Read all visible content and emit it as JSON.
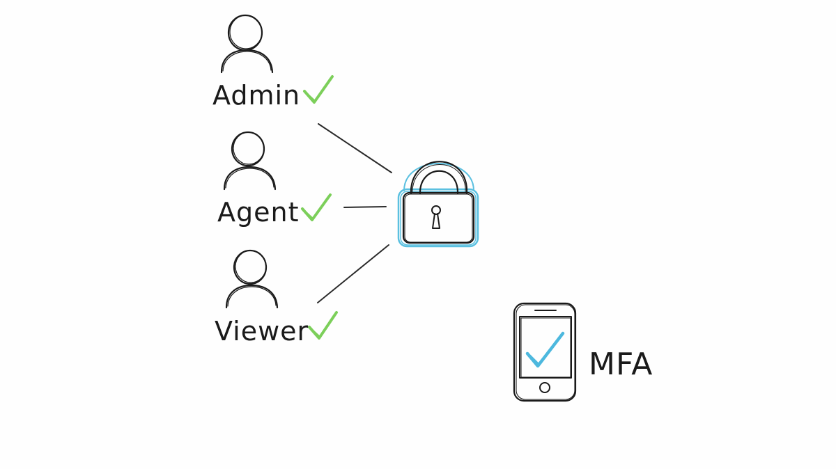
{
  "roles": [
    {
      "name": "Admin",
      "checked": true
    },
    {
      "name": "Agent",
      "checked": true
    },
    {
      "name": "Viewer",
      "checked": true
    }
  ],
  "mfa": {
    "label": "MFA",
    "checked": true
  },
  "colors": {
    "ink": "#1a1a1a",
    "check_green": "#7ccf5a",
    "lock_blue": "#5bc0e0",
    "phone_check_blue": "#4db8de"
  },
  "icons": [
    "user-icon",
    "checkmark-icon",
    "padlock-icon",
    "phone-icon"
  ]
}
